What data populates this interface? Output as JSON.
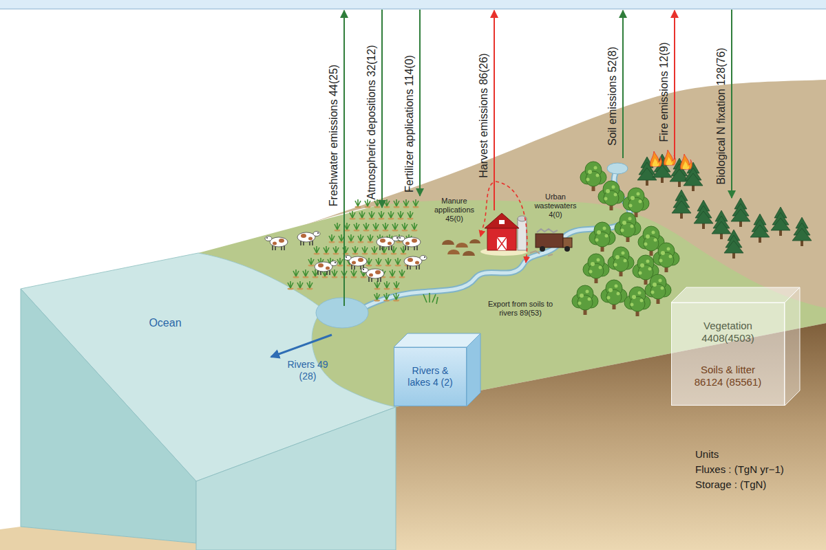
{
  "diagram": {
    "nodes": [
      {
        "text": [
          "Rivers & lakes 4 (2)"
        ]
      },
      {
        "text": [
          "Vegetation 4408(4503)",
          "Soils & litter 86124 (85561)"
        ]
      }
    ],
    "labels": [
      "Freshwater emissions 44(25)",
      "Atmospheric depositions 32(12)",
      "Fertilizer applications 114(0)",
      "Harvest emissions 86(26)",
      "Soil emissions 52(8)",
      "Fire emissions 12(9)",
      "Biological N fixation 128(76)",
      "Manure applications 45(0)",
      "Urban wastewaters 4(0)",
      "Export from soils to rivers 89(53)",
      "Ocean",
      "Rivers 49 (28)",
      "Units",
      "Fluxes : (TgN yr−1)",
      "Storage : (TgN)"
    ]
  }
}
